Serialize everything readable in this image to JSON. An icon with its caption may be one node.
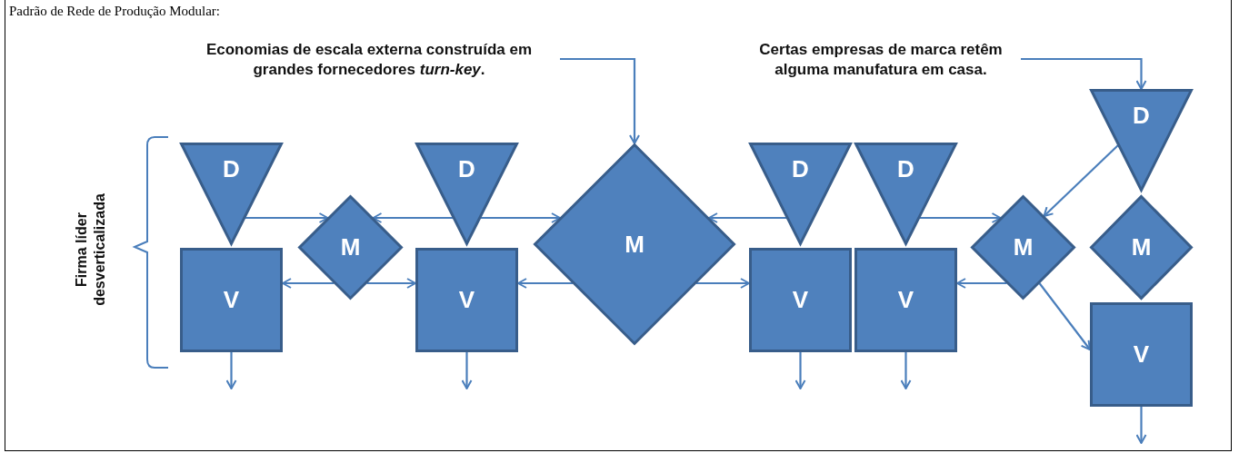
{
  "diagram": {
    "title": "Padrão de Rede de Produção Modular:",
    "nodes": [
      {
        "text": [
          "Economias de escala externa construída em grandes fornecedores *turn-key*."
        ]
      },
      {
        "text": [
          "Certas empresas de marca retêm alguma manufatura em casa."
        ]
      },
      {
        "text": [
          "D"
        ]
      },
      {
        "text": [
          "V"
        ]
      },
      {
        "text": [
          "M"
        ]
      },
      {
        "text": [
          "D"
        ]
      },
      {
        "text": [
          "V"
        ]
      },
      {
        "text": [
          "M"
        ]
      },
      {
        "text": [
          "D"
        ]
      },
      {
        "text": [
          "V"
        ]
      },
      {
        "text": [
          "D"
        ]
      },
      {
        "text": [
          "V"
        ]
      },
      {
        "text": [
          "M"
        ]
      },
      {
        "text": [
          "D"
        ]
      },
      {
        "text": [
          "M"
        ]
      },
      {
        "text": [
          "V"
        ]
      }
    ],
    "edges": [
      {
        "from": 0,
        "to": 7,
        "arrow": "to"
      },
      {
        "from": 1,
        "to": 13,
        "arrow": "to"
      },
      {
        "from": 2,
        "to": 4,
        "arrow": "to"
      },
      {
        "from": 5,
        "to": 4,
        "arrow": "to"
      },
      {
        "from": 5,
        "to": 7,
        "arrow": "to"
      },
      {
        "from": 8,
        "to": 7,
        "arrow": "to"
      },
      {
        "from": 10,
        "to": 12,
        "arrow": "to"
      },
      {
        "from": 13,
        "to": 12,
        "arrow": "to"
      },
      {
        "from": 4,
        "to": 3,
        "arrow": "to"
      },
      {
        "from": 4,
        "to": 6,
        "arrow": "to"
      },
      {
        "from": 7,
        "to": 6,
        "arrow": "to"
      },
      {
        "from": 7,
        "to": 9,
        "arrow": "to"
      },
      {
        "from": 12,
        "to": 11,
        "arrow": "to"
      },
      {
        "from": 12,
        "to": 15,
        "arrow": "to"
      },
      {
        "from": 3,
        "to": null,
        "arrow": "to"
      },
      {
        "from": 6,
        "to": null,
        "arrow": "to"
      },
      {
        "from": 9,
        "to": null,
        "arrow": "to"
      },
      {
        "from": 11,
        "to": null,
        "arrow": "to"
      },
      {
        "from": 15,
        "to": null,
        "arrow": "to"
      }
    ],
    "labels": [
      "Firma líder desverticalizada"
    ]
  }
}
